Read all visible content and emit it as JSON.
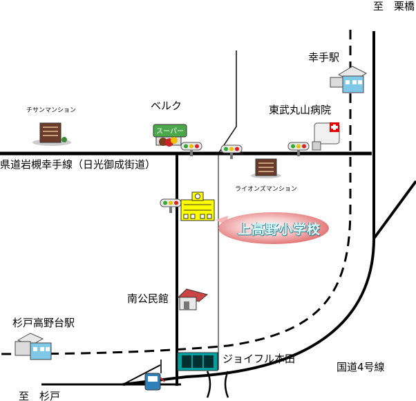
{
  "labels": {
    "to_kurihashi": "至　栗橋",
    "satte_station": "幸手駅",
    "tobu_hospital": "東武丸山病院",
    "beruku": "ベルク",
    "chisan_mansion": "チサンマンション",
    "lions_mansion": "ライオンズマンション",
    "prefectural_road": "県道岩槻幸手線（日光御成街道）",
    "school": "上高野小学校",
    "minami_kominkan": "南公民館",
    "sugito_takanodai_station": "杉戸高野台駅",
    "joyful_honda": "ジョイフル本田",
    "route4": "国道4号線",
    "to_sugito": "至　杉戸",
    "supermarket_sign": "スーパー"
  },
  "colors": {
    "road": "#000000",
    "school_fill": "#ffff00",
    "school_label_bg": "#f4b6b6",
    "hospital_cross": "#e60000",
    "train_cyan": "#78c8e8",
    "joyful_teal": "#00a0a0"
  }
}
